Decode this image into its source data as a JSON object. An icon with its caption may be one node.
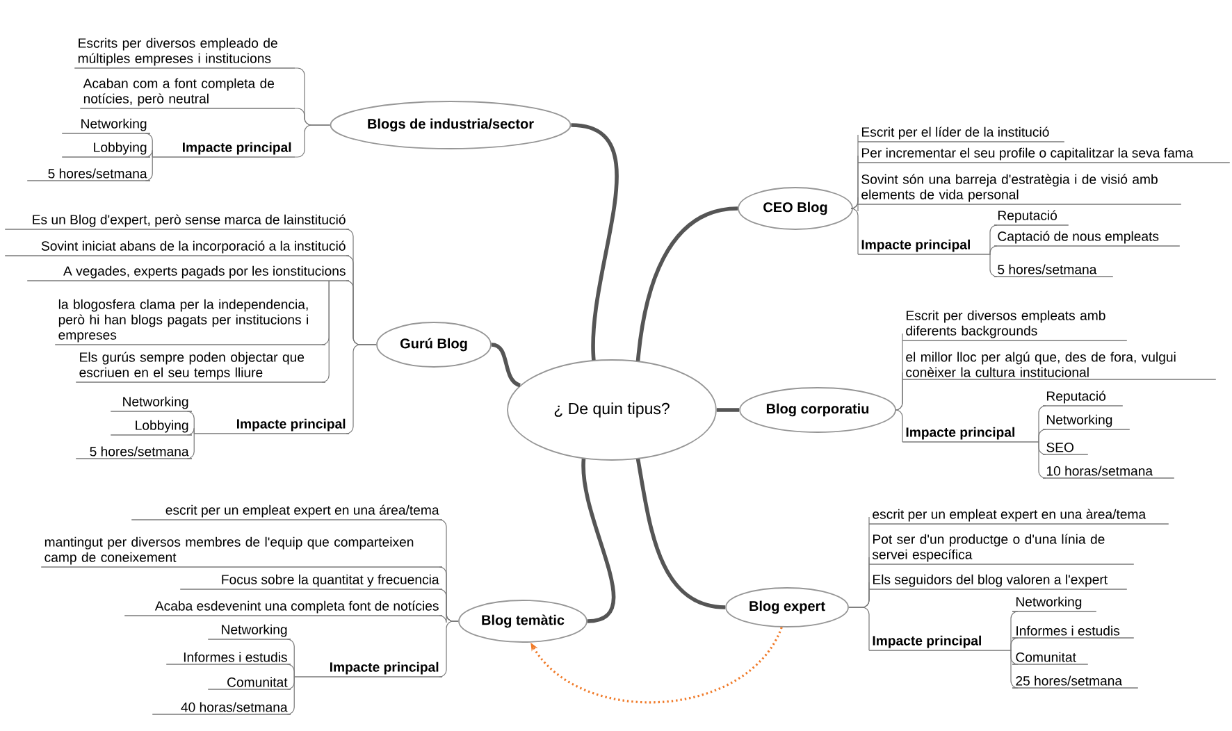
{
  "diagram": {
    "nodes": [
      {
        "text": [
          "¿ De quin tipus?"
        ]
      },
      {
        "text": [
          "Blogs de industria/sector"
        ]
      },
      {
        "text": [
          "Escrits per diversos empleado de múltiples empreses i institucions"
        ]
      },
      {
        "text": [
          "Acaban com a font completa de notícies, però neutral"
        ]
      },
      {
        "text": [
          "Impacte principal"
        ]
      },
      {
        "text": [
          "Networking"
        ]
      },
      {
        "text": [
          "Lobbying"
        ]
      },
      {
        "text": [
          "5 hores/setmana"
        ]
      },
      {
        "text": [
          "Gurú Blog"
        ]
      },
      {
        "text": [
          "Es un Blog d'expert, però sense marca de lainstitució"
        ]
      },
      {
        "text": [
          "Sovint iniciat abans de la incorporació a la institució"
        ]
      },
      {
        "text": [
          "A vegades, experts pagads por les ionstitucions"
        ]
      },
      {
        "text": [
          "la blogosfera clama per la independencia, però hi han blogs pagats per institucions i empreses"
        ]
      },
      {
        "text": [
          "Els gurús sempre poden objectar que escriuen en el seu temps lliure"
        ]
      },
      {
        "text": [
          "Impacte principal"
        ]
      },
      {
        "text": [
          "Networking"
        ]
      },
      {
        "text": [
          "Lobbying"
        ]
      },
      {
        "text": [
          "5 hores/setmana"
        ]
      },
      {
        "text": [
          "Blog temàtic"
        ]
      },
      {
        "text": [
          "escrit per un empleat expert en una área/tema"
        ]
      },
      {
        "text": [
          "mantingut per diversos membres de l'equip que comparteixen camp de coneixement"
        ]
      },
      {
        "text": [
          "Focus sobre la quantitat y frecuencia"
        ]
      },
      {
        "text": [
          "Acaba esdevenint una completa font de notícies"
        ]
      },
      {
        "text": [
          "Impacte principal"
        ]
      },
      {
        "text": [
          "Networking"
        ]
      },
      {
        "text": [
          "Informes i estudis"
        ]
      },
      {
        "text": [
          "Comunitat"
        ]
      },
      {
        "text": [
          "40 horas/setmana"
        ]
      },
      {
        "text": [
          "CEO Blog"
        ]
      },
      {
        "text": [
          "Escrit per el líder de la institució"
        ]
      },
      {
        "text": [
          "Per incrementar el seu profile o capitalitzar la seva fama"
        ]
      },
      {
        "text": [
          "Sovint són una barreja d'estratègia i de visió amb elements de vida personal"
        ]
      },
      {
        "text": [
          "Impacte principal"
        ]
      },
      {
        "text": [
          "Reputació"
        ]
      },
      {
        "text": [
          "Captació de nous empleats"
        ]
      },
      {
        "text": [
          "5 hores/setmana"
        ]
      },
      {
        "text": [
          "Blog corporatiu"
        ]
      },
      {
        "text": [
          "Escrit per diversos empleats amb diferents backgrounds"
        ]
      },
      {
        "text": [
          "el millor lloc per algú que, des de fora, vulgui conèixer la cultura institucional"
        ]
      },
      {
        "text": [
          "Impacte principal"
        ]
      },
      {
        "text": [
          "Reputació"
        ]
      },
      {
        "text": [
          "Networking"
        ]
      },
      {
        "text": [
          "SEO"
        ]
      },
      {
        "text": [
          "10 horas/setmana"
        ]
      },
      {
        "text": [
          "Blog expert"
        ]
      },
      {
        "text": [
          "escrit per un empleat expert en una àrea/tema"
        ]
      },
      {
        "text": [
          "Pot ser d'un productge o d'una línia de servei específica"
        ]
      },
      {
        "text": [
          "Els seguidors del blog valoren a l'expert"
        ]
      },
      {
        "text": [
          "Impacte principal"
        ]
      },
      {
        "text": [
          "Networking"
        ]
      },
      {
        "text": [
          "Informes i estudis"
        ]
      },
      {
        "text": [
          "Comunitat"
        ]
      },
      {
        "text": [
          "25 hores/setmana"
        ]
      }
    ],
    "edges": [
      {
        "from": 0,
        "to": 1,
        "arrow": "none",
        "style": "thick"
      },
      {
        "from": 0,
        "to": 8,
        "arrow": "none",
        "style": "thick"
      },
      {
        "from": 0,
        "to": 18,
        "arrow": "none",
        "style": "thick"
      },
      {
        "from": 0,
        "to": 28,
        "arrow": "none",
        "style": "thick"
      },
      {
        "from": 0,
        "to": 36,
        "arrow": "none",
        "style": "thick"
      },
      {
        "from": 0,
        "to": 44,
        "arrow": "none",
        "style": "thick"
      },
      {
        "from": 1,
        "to": 2,
        "arrow": "none"
      },
      {
        "from": 1,
        "to": 3,
        "arrow": "none"
      },
      {
        "from": 1,
        "to": 4,
        "arrow": "none"
      },
      {
        "from": 4,
        "to": 5,
        "arrow": "none"
      },
      {
        "from": 4,
        "to": 6,
        "arrow": "none"
      },
      {
        "from": 4,
        "to": 7,
        "arrow": "none"
      },
      {
        "from": 8,
        "to": 9,
        "arrow": "none"
      },
      {
        "from": 8,
        "to": 10,
        "arrow": "none"
      },
      {
        "from": 8,
        "to": 11,
        "arrow": "none"
      },
      {
        "from": 11,
        "to": 12,
        "arrow": "none"
      },
      {
        "from": 11,
        "to": 13,
        "arrow": "none"
      },
      {
        "from": 8,
        "to": 14,
        "arrow": "none"
      },
      {
        "from": 14,
        "to": 15,
        "arrow": "none"
      },
      {
        "from": 14,
        "to": 16,
        "arrow": "none"
      },
      {
        "from": 14,
        "to": 17,
        "arrow": "none"
      },
      {
        "from": 18,
        "to": 19,
        "arrow": "none"
      },
      {
        "from": 18,
        "to": 20,
        "arrow": "none"
      },
      {
        "from": 18,
        "to": 21,
        "arrow": "none"
      },
      {
        "from": 18,
        "to": 22,
        "arrow": "none"
      },
      {
        "from": 18,
        "to": 23,
        "arrow": "none"
      },
      {
        "from": 23,
        "to": 24,
        "arrow": "none"
      },
      {
        "from": 23,
        "to": 25,
        "arrow": "none"
      },
      {
        "from": 23,
        "to": 26,
        "arrow": "none"
      },
      {
        "from": 23,
        "to": 27,
        "arrow": "none"
      },
      {
        "from": 28,
        "to": 29,
        "arrow": "none"
      },
      {
        "from": 28,
        "to": 30,
        "arrow": "none"
      },
      {
        "from": 28,
        "to": 31,
        "arrow": "none"
      },
      {
        "from": 28,
        "to": 32,
        "arrow": "none"
      },
      {
        "from": 32,
        "to": 33,
        "arrow": "none"
      },
      {
        "from": 32,
        "to": 34,
        "arrow": "none"
      },
      {
        "from": 32,
        "to": 35,
        "arrow": "none"
      },
      {
        "from": 36,
        "to": 37,
        "arrow": "none"
      },
      {
        "from": 36,
        "to": 38,
        "arrow": "none"
      },
      {
        "from": 36,
        "to": 39,
        "arrow": "none"
      },
      {
        "from": 39,
        "to": 40,
        "arrow": "none"
      },
      {
        "from": 39,
        "to": 41,
        "arrow": "none"
      },
      {
        "from": 39,
        "to": 42,
        "arrow": "none"
      },
      {
        "from": 39,
        "to": 43,
        "arrow": "none"
      },
      {
        "from": 44,
        "to": 45,
        "arrow": "none"
      },
      {
        "from": 44,
        "to": 46,
        "arrow": "none"
      },
      {
        "from": 44,
        "to": 47,
        "arrow": "none"
      },
      {
        "from": 44,
        "to": 48,
        "arrow": "none"
      },
      {
        "from": 48,
        "to": 49,
        "arrow": "none"
      },
      {
        "from": 48,
        "to": 50,
        "arrow": "none"
      },
      {
        "from": 48,
        "to": 51,
        "arrow": "none"
      },
      {
        "from": 48,
        "to": 52,
        "arrow": "none"
      },
      {
        "from": 44,
        "to": 18,
        "arrow": "to",
        "style": "dashed",
        "color": "#f07a28"
      }
    ]
  }
}
